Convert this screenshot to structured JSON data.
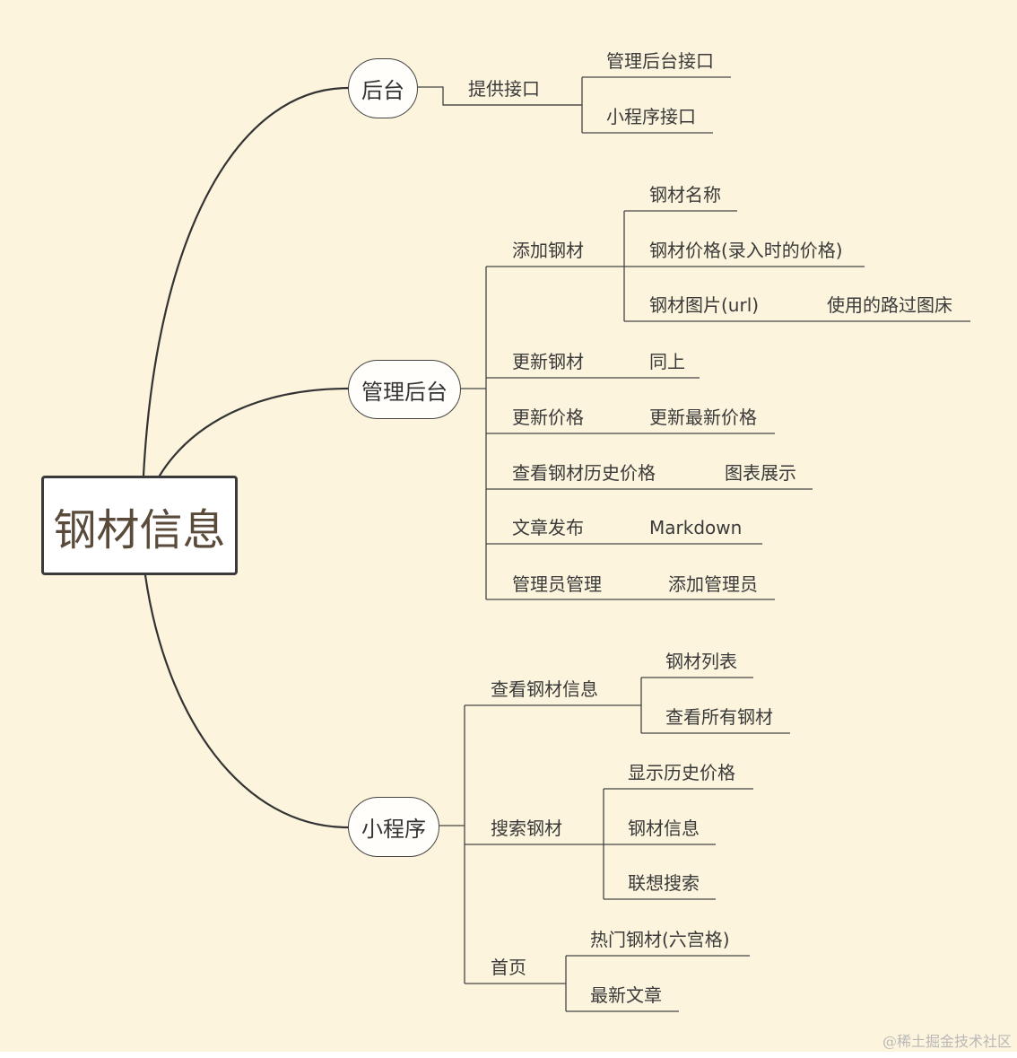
{
  "root": "钢材信息",
  "branches": {
    "backend": {
      "label": "后台",
      "provide_api": "提供接口",
      "admin_api": "管理后台接口",
      "miniapp_api": "小程序接口"
    },
    "admin": {
      "label": "管理后台",
      "add_steel": "添加钢材",
      "steel_name": "钢材名称",
      "steel_price": "钢材价格(录入时的价格)",
      "steel_image": "钢材图片(url)",
      "image_bed": "使用的路过图床",
      "update_steel": "更新钢材",
      "same_as_above": "同上",
      "update_price": "更新价格",
      "update_latest_price": "更新最新价格",
      "view_history_price": "查看钢材历史价格",
      "chart_display": "图表展示",
      "publish_article": "文章发布",
      "markdown": "Markdown",
      "admin_manage": "管理员管理",
      "add_admin": "添加管理员"
    },
    "miniapp": {
      "label": "小程序",
      "view_steel_info": "查看钢材信息",
      "steel_list": "钢材列表",
      "view_all_steel": "查看所有钢材",
      "search_steel": "搜索钢材",
      "show_history_price": "显示历史价格",
      "steel_info": "钢材信息",
      "suggest_search": "联想搜索",
      "home": "首页",
      "hot_steel": "热门钢材(六宫格)",
      "latest_articles": "最新文章"
    }
  },
  "watermark": "@稀土掘金技术社区"
}
